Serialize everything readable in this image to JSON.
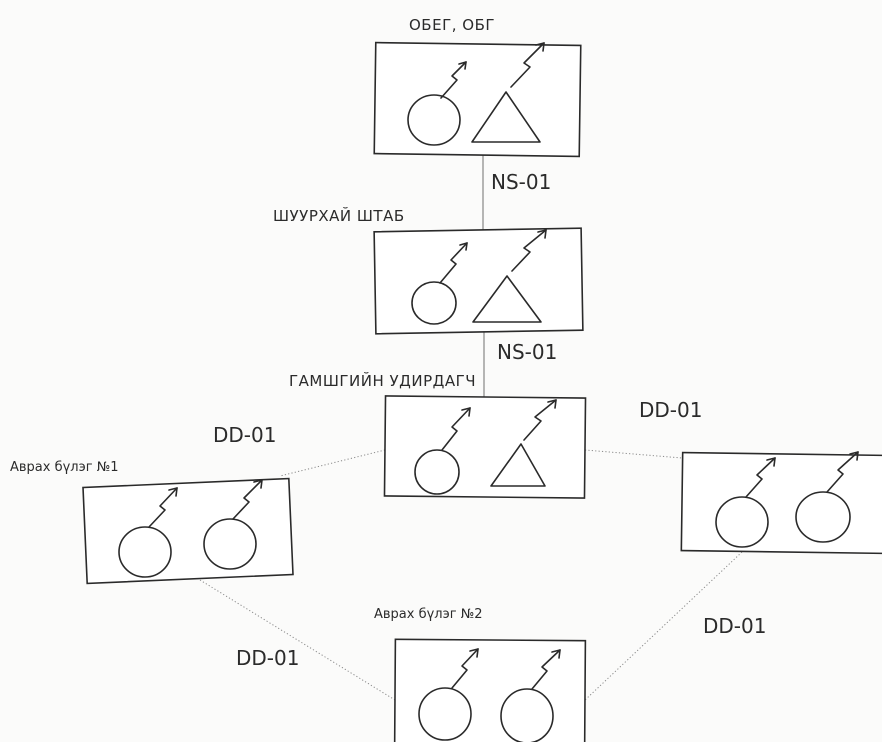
{
  "nodes": {
    "obeg": {
      "title": "ОБЕГ, ОБГ",
      "symbols": [
        "circle-antenna-icon",
        "triangle-antenna-icon"
      ]
    },
    "shtab": {
      "title": "ШУУРХАЙ ШТАБ",
      "symbols": [
        "circle-antenna-icon",
        "triangle-antenna-icon"
      ]
    },
    "udirdagch": {
      "title": "ГАМШГИЙН УДИРДАГЧ",
      "symbols": [
        "circle-antenna-icon",
        "triangle-antenna-icon"
      ]
    },
    "unit1": {
      "title": "Аврах бүлэг №1",
      "symbols": [
        "circle-antenna-icon",
        "circle-antenna-icon"
      ]
    },
    "unit2": {
      "title": "Аврах бүлэг №2",
      "symbols": [
        "circle-antenna-icon",
        "circle-antenna-icon"
      ]
    },
    "unit3": {
      "title": "",
      "symbols": [
        "circle-antenna-icon",
        "circle-antenna-icon"
      ]
    }
  },
  "links": {
    "obeg_shtab": "NS-01",
    "shtab_udirdagch": "NS-01",
    "udirdagch_unit1": "DD-01",
    "udirdagch_unit3": "DD-01",
    "unit1_unit2": "DD-01",
    "unit3_unit2": "DD-01"
  }
}
